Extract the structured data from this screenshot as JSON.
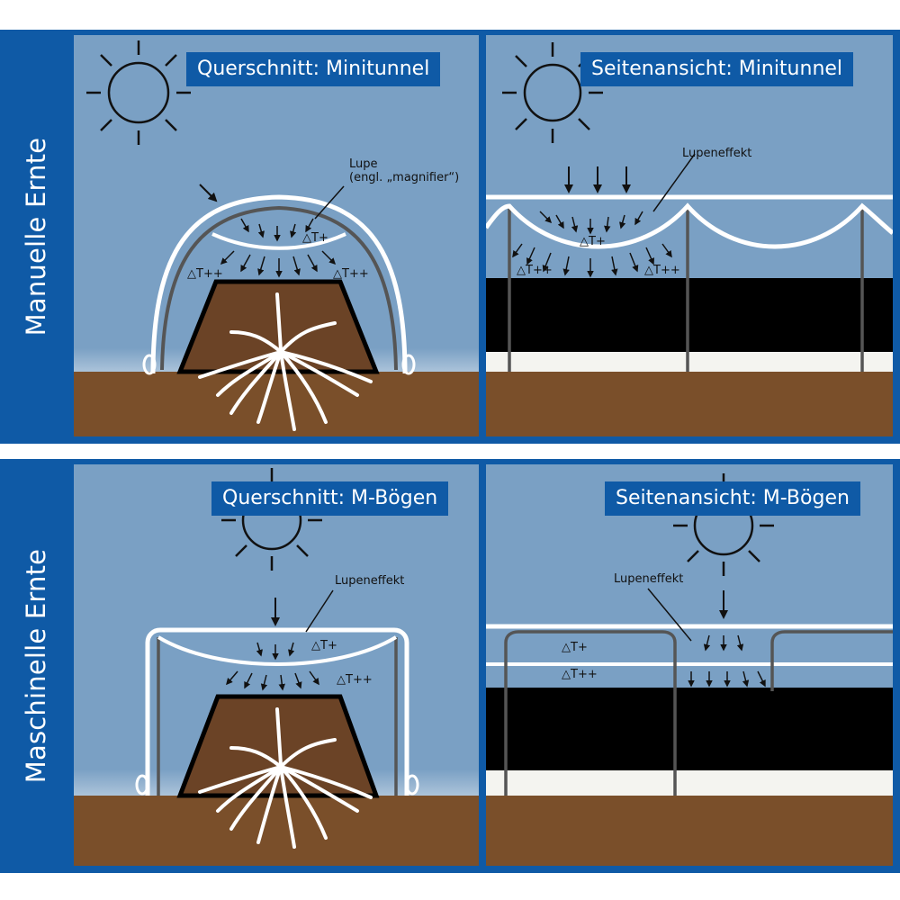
{
  "rows": [
    {
      "label": "Manuelle Ernte"
    },
    {
      "label": "Maschinelle Ernte"
    }
  ],
  "panels": {
    "p1": {
      "title": "Querschnitt: Minitunnel",
      "lupe": "Lupe",
      "lupe_en": "(engl. „magnifier“)",
      "t1": "△T+",
      "t2a": "△T++",
      "t2b": "△T++"
    },
    "p2": {
      "title": "Seitenansicht: Minitunnel",
      "effect": "Lupeneffekt",
      "t1": "△T+",
      "t2a": "△T++",
      "t2b": "△T++"
    },
    "p3": {
      "title": "Querschnitt: M-Bögen",
      "effect": "Lupeneffekt",
      "t1": "△T+",
      "t2": "△T++"
    },
    "p4": {
      "title": "Seitenansicht: M-Bögen",
      "effect": "Lupeneffekt",
      "t1": "△T+",
      "t2": "△T++"
    }
  },
  "colors": {
    "frame": "#0f5aa6",
    "sky": "#7aa0c4",
    "soil": "#7a4f2a",
    "ridge": "#6b4326",
    "mulch": "#000000"
  },
  "icons": [
    "sun-icon",
    "arrow-down-icon",
    "plant-roots-icon"
  ]
}
